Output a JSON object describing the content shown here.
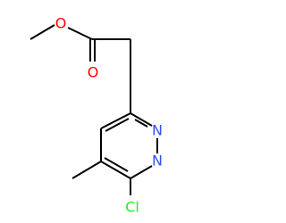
{
  "molecule": {
    "atoms": {
      "ether_oxygen": "O",
      "carbonyl_oxygen": "O",
      "ring_nitrogen_1": "N",
      "ring_nitrogen_2": "N",
      "chlorine": "Cl"
    },
    "colors": {
      "bond": "#000000",
      "oxygen": "#ff0000",
      "nitrogen": "#3050f8",
      "chlorine": "#1ff01f"
    }
  }
}
